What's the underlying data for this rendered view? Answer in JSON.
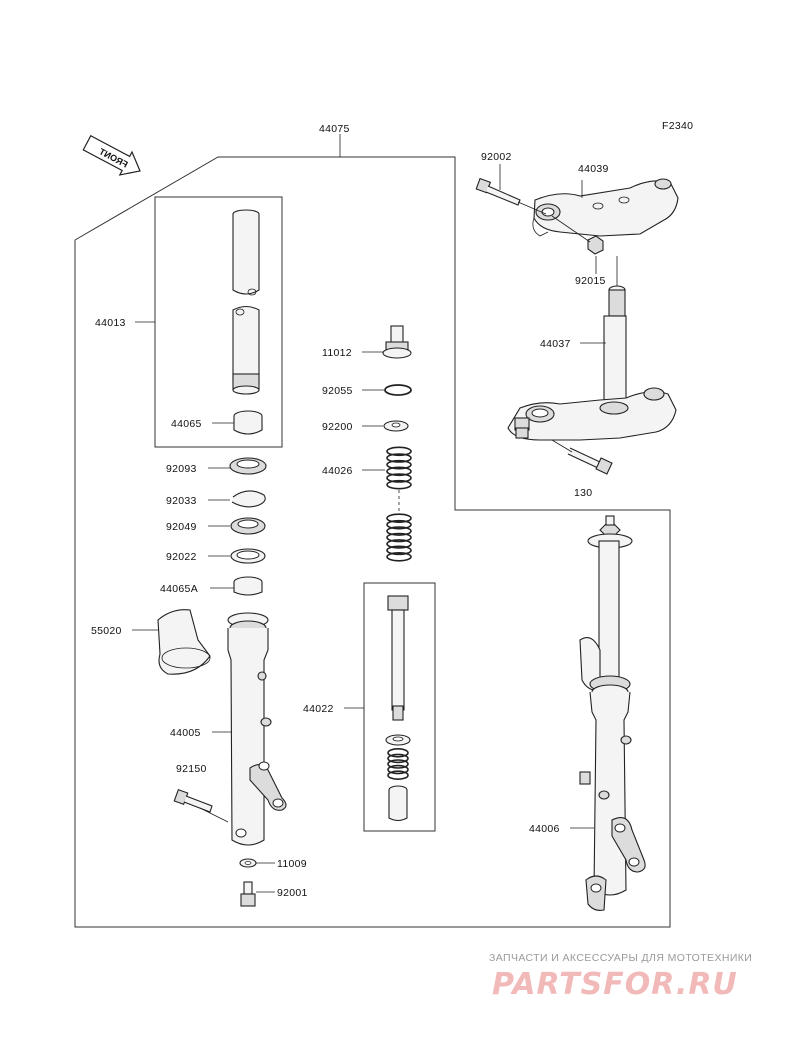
{
  "diagram_code": "F2340",
  "front_arrow_text": "FRONT",
  "parts": {
    "p44075": "44075",
    "p44013": "44013",
    "p44065": "44065",
    "p92093": "92093",
    "p92033": "92033",
    "p92049": "92049",
    "p92022": "92022",
    "p44065A": "44065A",
    "p55020": "55020",
    "p44005": "44005",
    "p92150": "92150",
    "p11009": "11009",
    "p92001": "92001",
    "p11012": "11012",
    "p92055": "92055",
    "p92200": "92200",
    "p44026": "44026",
    "p44022": "44022",
    "p92002": "92002",
    "p44039": "44039",
    "p92015": "92015",
    "p44037": "44037",
    "p130": "130",
    "p44006": "44006"
  },
  "watermark": {
    "tagline": "ЗАПЧАСТИ И АКСЕССУАРЫ ДЛЯ МОТОТЕХНИКИ",
    "brand": "PARTSFOR.RU"
  }
}
